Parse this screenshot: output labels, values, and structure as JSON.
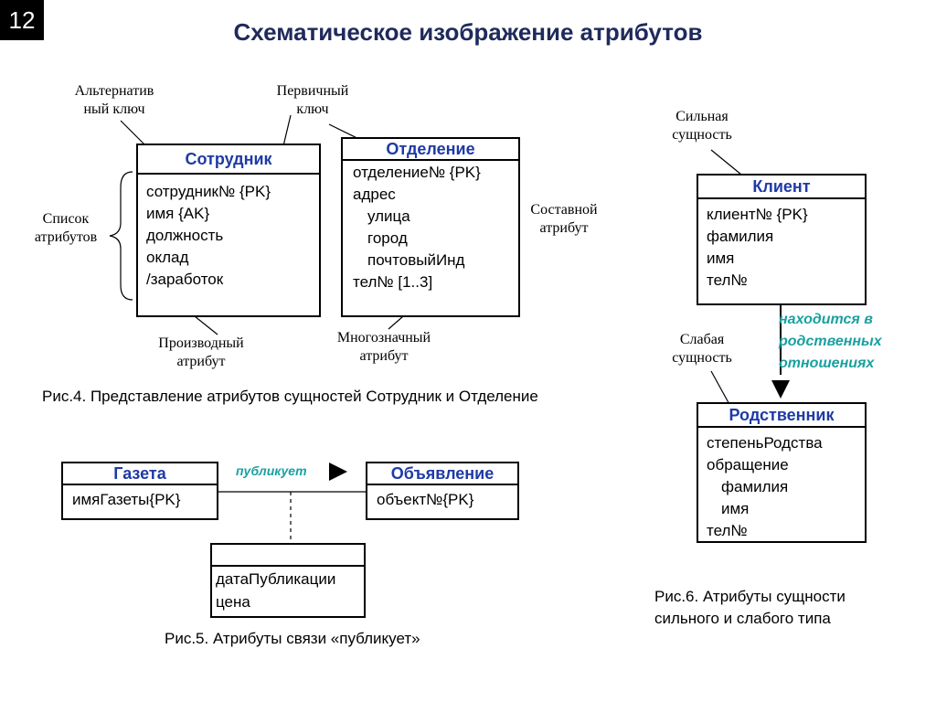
{
  "slide_number": "12",
  "title": "Схематическое изображение атрибутов",
  "fig4": {
    "employee": {
      "name": "Сотрудник",
      "attrs": [
        "сотрудник№ {PK}",
        "имя {AK}",
        "должность",
        "оклад",
        "/заработок"
      ]
    },
    "department": {
      "name": "Отделение",
      "attrs": [
        "отделение№ {PK}",
        "адрес",
        "улица",
        "город",
        "почтовыйИнд",
        "тел№ [1..3]"
      ]
    },
    "labels": {
      "alt_key": [
        "Альтернатив",
        "ный ключ"
      ],
      "primary_key": [
        "Первичный",
        "ключ"
      ],
      "attr_list": [
        "Список",
        "атрибутов"
      ],
      "derived": [
        "Производный",
        "атрибут"
      ],
      "multivalued": [
        "Многозначный",
        "атрибут"
      ],
      "composite": [
        "Составной",
        "атрибут"
      ]
    },
    "caption": "Рис.4. Представление атрибутов сущностей Сотрудник и Отделение"
  },
  "fig5": {
    "newspaper": {
      "name": "Газета",
      "attrs": [
        "имяГазеты{PK}"
      ]
    },
    "ad": {
      "name": "Объявление",
      "attrs": [
        "объект№{PK}"
      ]
    },
    "relation": "публикует",
    "link_attrs": [
      "датаПубликации",
      "цена"
    ],
    "caption": "Рис.5. Атрибуты связи «публикует»"
  },
  "fig6": {
    "client": {
      "name": "Клиент",
      "attrs": [
        "клиент№ {PK}",
        "фамилия",
        "имя",
        "тел№"
      ]
    },
    "relative": {
      "name": "Родственник",
      "attrs": [
        "степеньРодства",
        "обращение",
        "фамилия",
        "имя",
        "тел№"
      ]
    },
    "strong_label": [
      "Сильная",
      "сущность"
    ],
    "weak_label": [
      "Слабая",
      "сущность"
    ],
    "relation": [
      "находится в",
      "родственных",
      "отношениях"
    ],
    "caption": [
      "Рис.6. Атрибуты сущности",
      "сильного и слабого типа"
    ]
  },
  "colors": {
    "entity_name": "#1f3aa6",
    "title": "#1f2a5c",
    "relation": "#1aa0a0"
  }
}
